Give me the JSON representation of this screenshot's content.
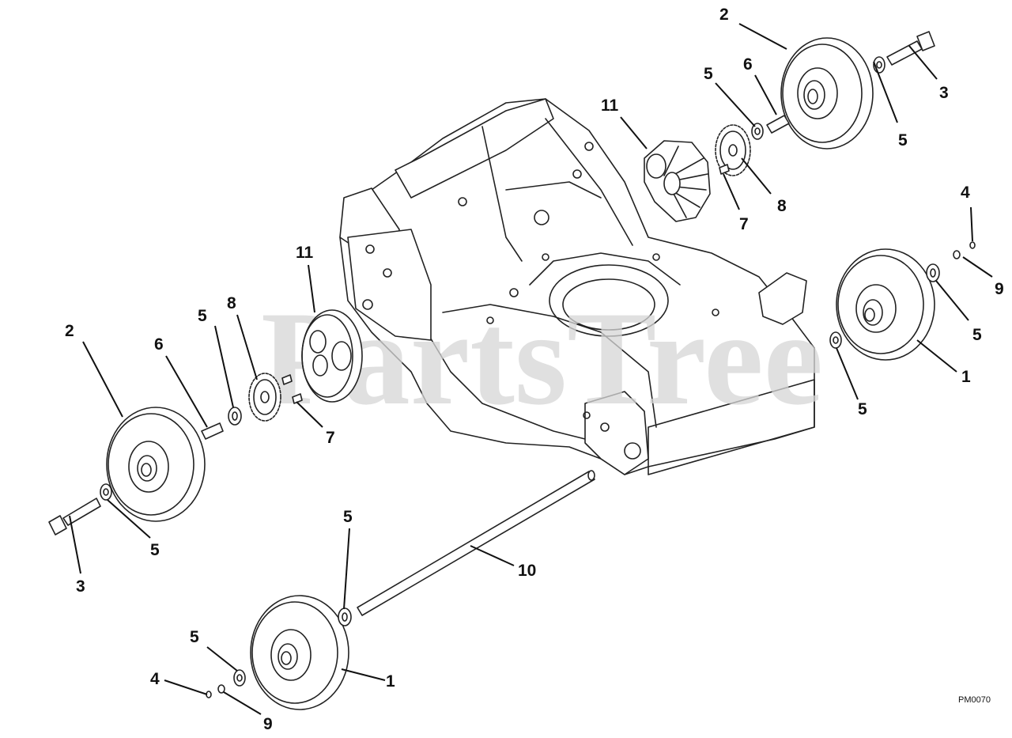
{
  "watermark": "PartsTree",
  "drawing_code": "PM0070",
  "callouts": [
    {
      "id": "c-2-top",
      "label": "2"
    },
    {
      "id": "c-3-top",
      "label": "3"
    },
    {
      "id": "c-5-top-a",
      "label": "5"
    },
    {
      "id": "c-6-top",
      "label": "6"
    },
    {
      "id": "c-5-top-b",
      "label": "5"
    },
    {
      "id": "c-11-top",
      "label": "11"
    },
    {
      "id": "c-8-top",
      "label": "8"
    },
    {
      "id": "c-7-top",
      "label": "7"
    },
    {
      "id": "c-4-right",
      "label": "4"
    },
    {
      "id": "c-9-right",
      "label": "9"
    },
    {
      "id": "c-5-right-a",
      "label": "5"
    },
    {
      "id": "c-1-right",
      "label": "1"
    },
    {
      "id": "c-5-right-b",
      "label": "5"
    },
    {
      "id": "c-11-left",
      "label": "11"
    },
    {
      "id": "c-2-left",
      "label": "2"
    },
    {
      "id": "c-6-left",
      "label": "6"
    },
    {
      "id": "c-5-left-a",
      "label": "5"
    },
    {
      "id": "c-8-left",
      "label": "8"
    },
    {
      "id": "c-7-left",
      "label": "7"
    },
    {
      "id": "c-5-left-b",
      "label": "5"
    },
    {
      "id": "c-3-left",
      "label": "3"
    },
    {
      "id": "c-5-bottom-a",
      "label": "5"
    },
    {
      "id": "c-10",
      "label": "10"
    },
    {
      "id": "c-5-bottom-b",
      "label": "5"
    },
    {
      "id": "c-4-bottom",
      "label": "4"
    },
    {
      "id": "c-1-bottom",
      "label": "1"
    },
    {
      "id": "c-9-bottom",
      "label": "9"
    }
  ]
}
